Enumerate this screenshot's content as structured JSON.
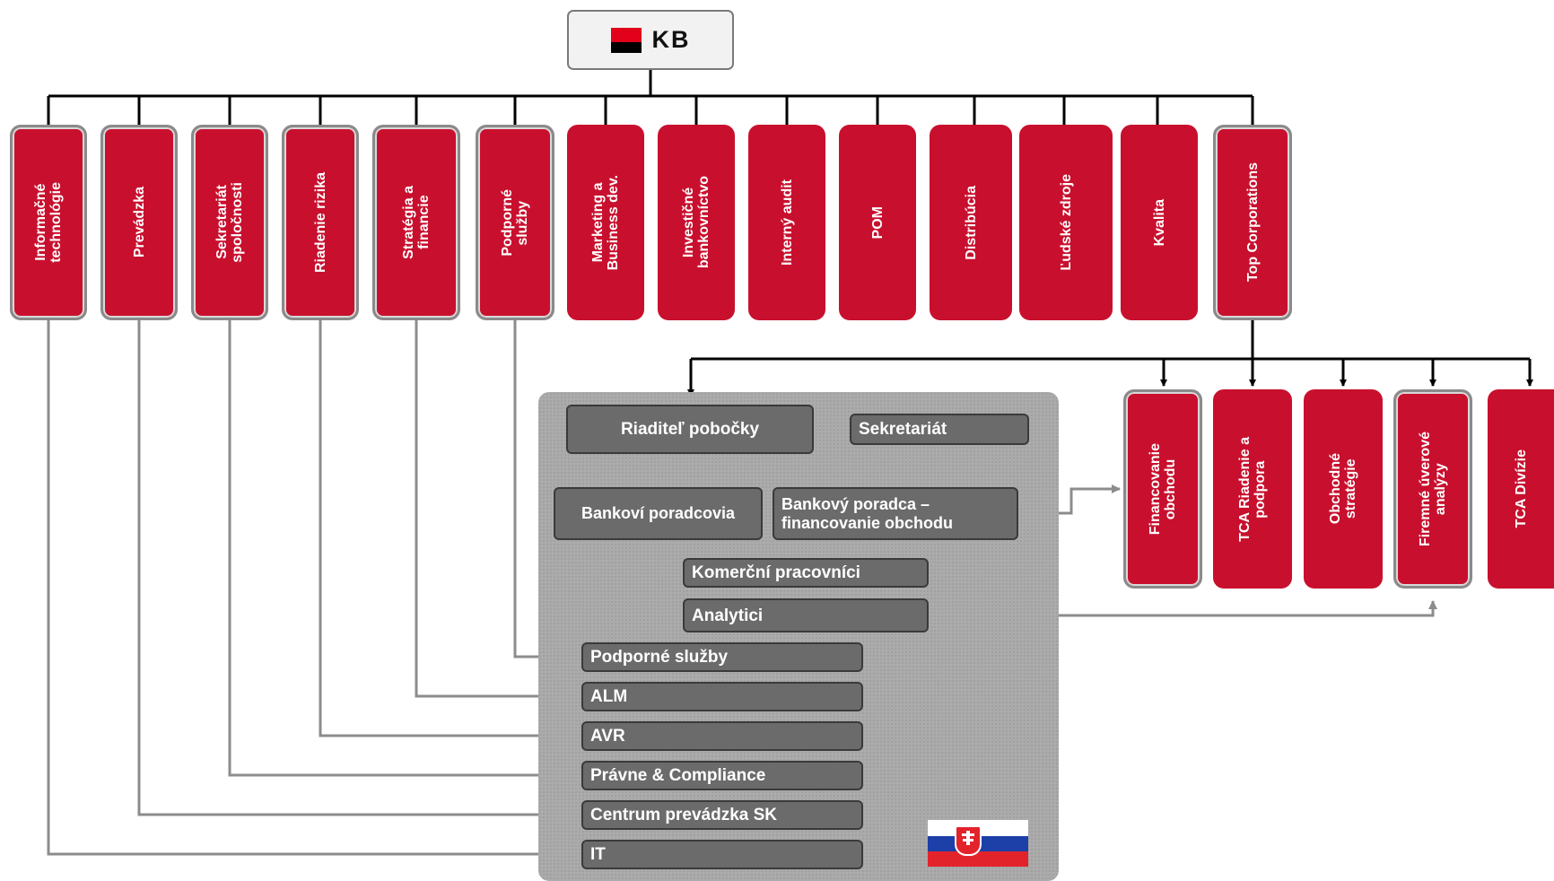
{
  "logo": {
    "text": "KB"
  },
  "departments": [
    {
      "label": "Informačné\ntechnológie"
    },
    {
      "label": "Prevádzka"
    },
    {
      "label": "Sekretariát\nspoločnosti"
    },
    {
      "label": "Riadenie rizika"
    },
    {
      "label": "Stratégia a\nfinancie"
    },
    {
      "label": "Podporné\nslužby"
    },
    {
      "label": "Marketing a\nBusiness dev."
    },
    {
      "label": "Investičné\nbankovníctvo"
    },
    {
      "label": "Interný audit"
    },
    {
      "label": "POM"
    },
    {
      "label": "Distribúcia"
    },
    {
      "label": "Ľudské zdroje"
    },
    {
      "label": "Kvalita"
    },
    {
      "label": "Top Corporations"
    }
  ],
  "top_corporations_units": [
    {
      "label": "Financovanie\nobchodu"
    },
    {
      "label": "TCA Riadenie a\npodpora"
    },
    {
      "label": "Obchodné\nstratégie"
    },
    {
      "label": "Firemné úverové\nanalýzy"
    },
    {
      "label": "TCA Divízie"
    }
  ],
  "branch": {
    "director": "Riaditeľ pobočky",
    "secretariat": "Sekretariát",
    "advisors": "Bankoví poradcovia",
    "trade_finance_advisor": "Bankový poradca –\nfinancovanie obchodu",
    "commercial_staff": "Komerční pracovníci",
    "analysts": "Analytici",
    "support_services": "Podporné služby",
    "alm": "ALM",
    "avr": "AVR",
    "legal": "Právne & Compliance",
    "operations_center": "Centrum prevádzka SK",
    "it": "IT"
  },
  "colors": {
    "kb_red": "#c8102e",
    "panel_gray": "#ababab",
    "box_gray": "#6b6b6b",
    "connector_gray": "#8c8c8c",
    "connector_black": "#000000"
  },
  "flag": {
    "country": "Slovakia"
  }
}
